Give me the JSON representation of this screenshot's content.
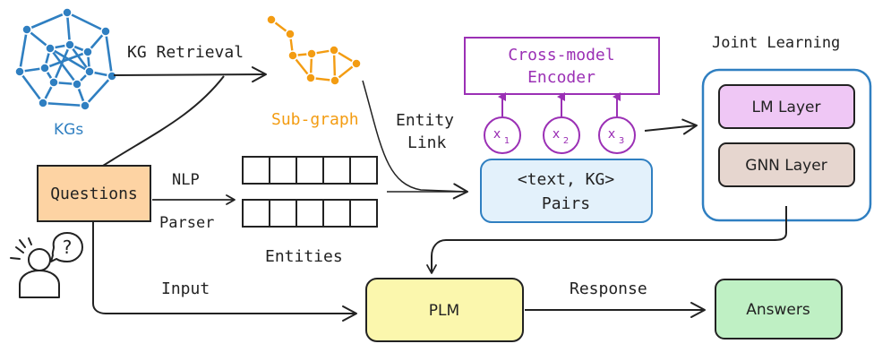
{
  "labels": {
    "kgs": "KGs",
    "kg_retrieval": "KG Retrieval",
    "sub_graph": "Sub-graph",
    "entity_link_line1": "Entity",
    "entity_link_line2": "Link",
    "nlp": "NLP",
    "parser": "Parser",
    "entities": "Entities",
    "input": "Input",
    "response": "Response",
    "joint_learning": "Joint Learning"
  },
  "boxes": {
    "questions": "Questions",
    "cross_model_line1": "Cross-model",
    "cross_model_line2": "Encoder",
    "pairs_line1": "<text, KG>",
    "pairs_line2": "Pairs",
    "lm_layer": "LM Layer",
    "gnn_layer": "GNN Layer",
    "plm": "PLM",
    "answers": "Answers"
  },
  "tokens": [
    {
      "base": "x",
      "sub": "1"
    },
    {
      "base": "x",
      "sub": "2"
    },
    {
      "base": "x",
      "sub": "3"
    }
  ],
  "icons": {
    "user": "user-question-icon",
    "question_mark": "?"
  },
  "colors": {
    "kg_blue": "#2f7fc1",
    "subgraph_orange": "#f39c12",
    "encoder_purple": "#9b30b5",
    "questions_fill": "#fdd3a3",
    "pairs_fill": "#e3f1fb",
    "lm_fill": "#efc7f5",
    "gnn_fill": "#e6d6cf",
    "plm_fill": "#fbf7ad",
    "answers_fill": "#bff0c4"
  }
}
